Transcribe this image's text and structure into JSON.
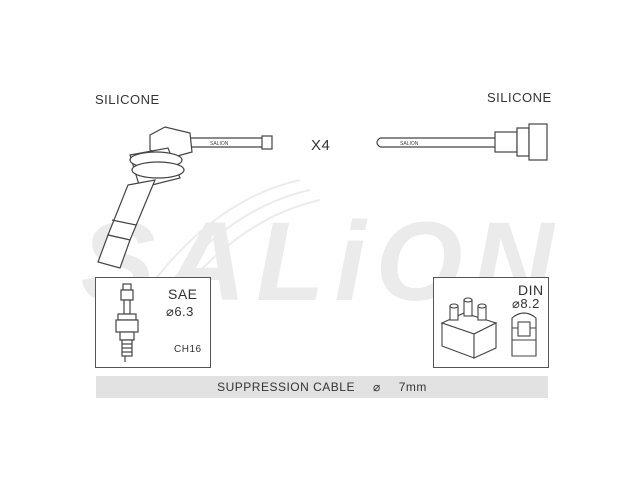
{
  "watermark": {
    "text": "SALiON"
  },
  "left_cable": {
    "material": "SILICONE",
    "marking": "SALION"
  },
  "right_cable": {
    "material": "SILICONE",
    "marking": "SALION"
  },
  "quantity": "X4",
  "plug_box": {
    "standard": "SAE",
    "diameter": "⌀6.3",
    "hex": "CH16"
  },
  "coil_box": {
    "standard": "DIN",
    "diameter": "⌀8.2"
  },
  "suppression_bar": {
    "label": "SUPPRESSION CABLE",
    "symbol": "⌀",
    "value": "7mm"
  }
}
